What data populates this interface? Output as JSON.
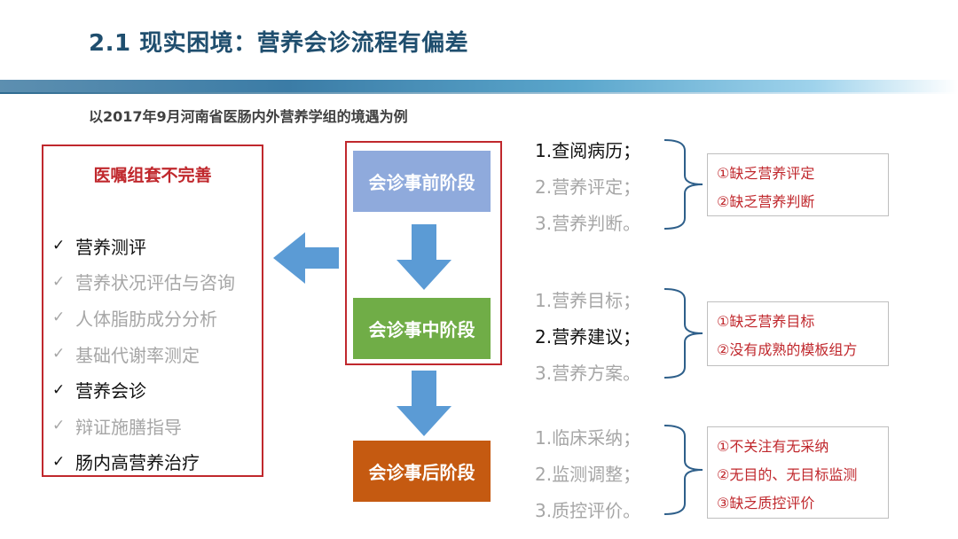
{
  "title": "2.1 现实困境：营养会诊流程有偏差",
  "subtitle": "以2017年9月河南省医肠内外营养学组的境遇为例",
  "left_panel": {
    "heading": "医嘱组套不完善",
    "check_mark": "✓",
    "items": [
      {
        "label": "营养测评",
        "active": true
      },
      {
        "label": "营养状况评估与咨询",
        "active": false
      },
      {
        "label": "人体脂肪成分分析",
        "active": false
      },
      {
        "label": "基础代谢率测定",
        "active": false
      },
      {
        "label": "营养会诊",
        "active": true
      },
      {
        "label": "辩证施膳指导",
        "active": false
      },
      {
        "label": "肠内高营养治疗",
        "active": true
      }
    ]
  },
  "stages": [
    {
      "label": "会诊事前阶段",
      "color": "#8faadc",
      "steps": [
        {
          "text": "1.查阅病历；",
          "active": true
        },
        {
          "text": "2.营养评定；",
          "active": false
        },
        {
          "text": "3.营养判断。",
          "active": false
        }
      ],
      "issues": [
        "①缺乏营养评定",
        "②缺乏营养判断"
      ]
    },
    {
      "label": "会诊事中阶段",
      "color": "#70ad47",
      "steps": [
        {
          "text": "1.营养目标；",
          "active": false
        },
        {
          "text": "2.营养建议；",
          "active": true
        },
        {
          "text": "3.营养方案。",
          "active": false
        }
      ],
      "issues": [
        "①缺乏营养目标",
        "②没有成熟的模板组方"
      ]
    },
    {
      "label": "会诊事后阶段",
      "color": "#c55a11",
      "steps": [
        {
          "text": "1.临床采纳；",
          "active": false
        },
        {
          "text": "2.监测调整；",
          "active": false
        },
        {
          "text": "3.质控评价。",
          "active": false
        }
      ],
      "issues": [
        "①不关注有无采纳",
        "②无目的、无目标监测",
        "③缺乏质控评价"
      ]
    }
  ],
  "colors": {
    "title": "#1f4e6e",
    "highlight_border": "#c0282d",
    "arrow": "#5b9bd5",
    "bracket": "#2e5f8a"
  }
}
